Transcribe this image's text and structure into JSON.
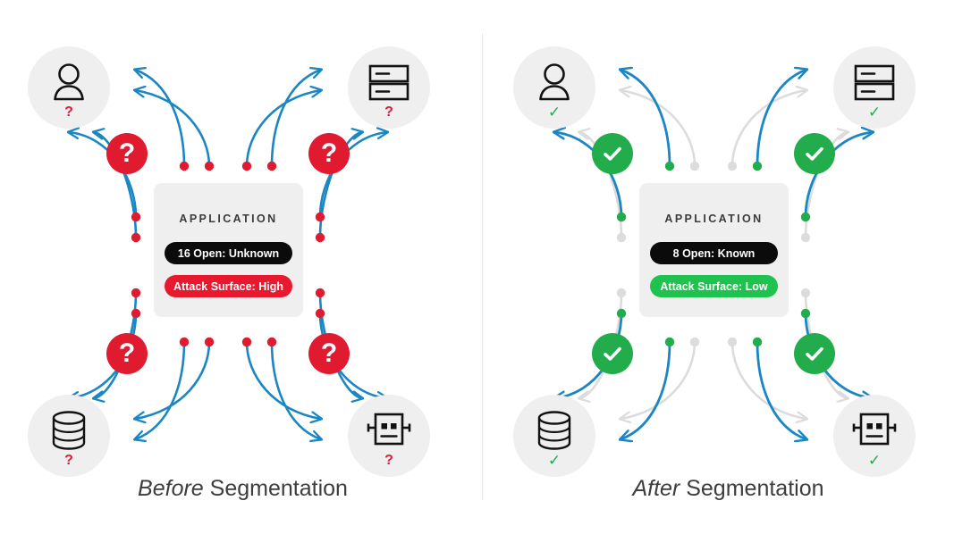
{
  "diagram": {
    "type": "comparison-diagram",
    "title_implicit": "Network segmentation before and after",
    "colors": {
      "allowed_flow": "#1b86c4",
      "blocked_flow": "#dcdcdc",
      "risk_red": "#e01b30",
      "ok_green": "#22ac4b",
      "node_bg": "#efefef",
      "card_bg": "#efefef",
      "pill_dark": "#0b0b0b",
      "divider": "#e6e6e6"
    }
  },
  "panels": [
    {
      "id": "before",
      "caption_emphasis": "Before",
      "caption_rest": " Segmentation",
      "app": {
        "title": "APPLICATION",
        "ports_pill": "16 Open: Unknown",
        "risk_pill": "Attack Surface: High",
        "risk_level": "High",
        "open_ports": 16,
        "port_state": "Unknown"
      },
      "nodes": [
        {
          "id": "user",
          "icon": "user-icon",
          "position": "top-left",
          "status_mark": "?",
          "status": "unknown"
        },
        {
          "id": "server",
          "icon": "server-icon",
          "position": "top-right",
          "status_mark": "?",
          "status": "unknown"
        },
        {
          "id": "database",
          "icon": "database-icon",
          "position": "bottom-left",
          "status_mark": "?",
          "status": "unknown"
        },
        {
          "id": "robot",
          "icon": "robot-icon",
          "position": "bottom-right",
          "status_mark": "?",
          "status": "unknown"
        }
      ],
      "badges": [
        {
          "position": "top-left",
          "symbol": "?",
          "kind": "unknown"
        },
        {
          "position": "top-right",
          "symbol": "?",
          "kind": "unknown"
        },
        {
          "position": "bottom-left",
          "symbol": "?",
          "kind": "unknown"
        },
        {
          "position": "bottom-right",
          "symbol": "?",
          "kind": "unknown"
        }
      ],
      "flows": {
        "allowed": 16,
        "blocked": 0,
        "dot_color": "#e01b30",
        "arrow_color": "#1b86c4"
      }
    },
    {
      "id": "after",
      "caption_emphasis": "After",
      "caption_rest": " Segmentation",
      "app": {
        "title": "APPLICATION",
        "ports_pill": "8 Open: Known",
        "risk_pill": "Attack Surface: Low",
        "risk_level": "Low",
        "open_ports": 8,
        "port_state": "Known"
      },
      "nodes": [
        {
          "id": "user",
          "icon": "user-icon",
          "position": "top-left",
          "status_mark": "✓",
          "status": "verified"
        },
        {
          "id": "server",
          "icon": "server-icon",
          "position": "top-right",
          "status_mark": "✓",
          "status": "verified"
        },
        {
          "id": "database",
          "icon": "database-icon",
          "position": "bottom-left",
          "status_mark": "✓",
          "status": "verified"
        },
        {
          "id": "robot",
          "icon": "robot-icon",
          "position": "bottom-right",
          "status_mark": "✓",
          "status": "verified"
        }
      ],
      "badges": [
        {
          "position": "top-left",
          "symbol": "✓",
          "kind": "verified"
        },
        {
          "position": "top-right",
          "symbol": "✓",
          "kind": "verified"
        },
        {
          "position": "bottom-left",
          "symbol": "✓",
          "kind": "verified"
        },
        {
          "position": "bottom-right",
          "symbol": "✓",
          "kind": "verified"
        }
      ],
      "flows": {
        "allowed": 8,
        "blocked": 8,
        "dot_color": "#22ac4b",
        "arrow_color": "#1b86c4",
        "blocked_color": "#dcdcdc"
      }
    }
  ]
}
